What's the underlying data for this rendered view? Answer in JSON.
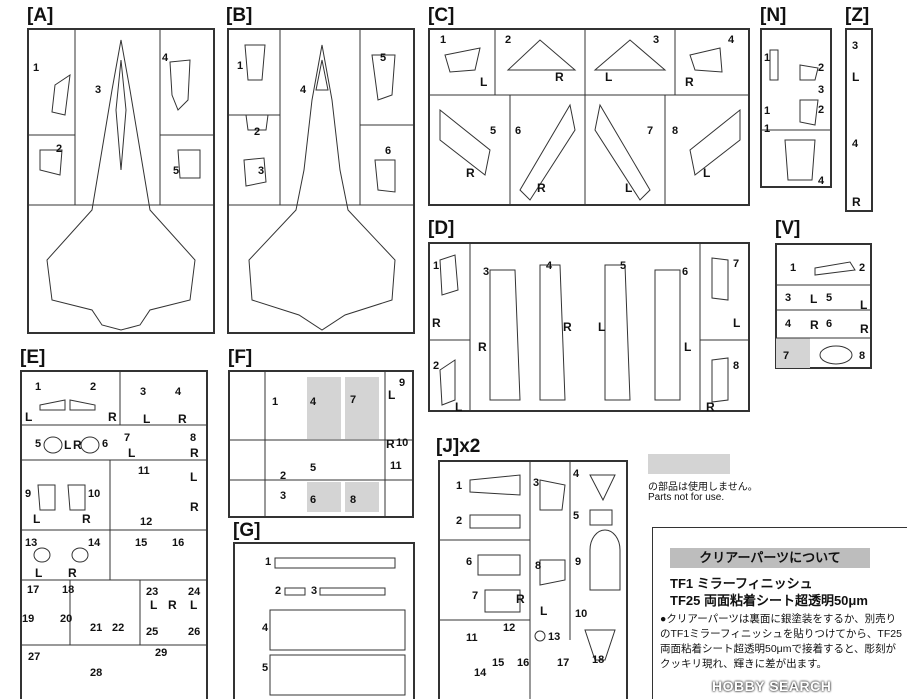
{
  "sections": {
    "A": "[A]",
    "B": "[B]",
    "C": "[C]",
    "N": "[N]",
    "Z": "[Z]",
    "D": "[D]",
    "V": "[V]",
    "E": "[E]",
    "F": "[F]",
    "G": "[G]",
    "J": "[J]x2"
  },
  "parts_A": [
    "1",
    "2",
    "3",
    "4",
    "5"
  ],
  "parts_B": [
    "1",
    "2",
    "3",
    "4",
    "5",
    "6"
  ],
  "parts_C": [
    "1",
    "2",
    "3",
    "4",
    "5",
    "6",
    "7",
    "8"
  ],
  "parts_N": [
    "1",
    "2",
    "3",
    "4"
  ],
  "parts_Z": [
    "3",
    "4"
  ],
  "parts_D": [
    "1",
    "2",
    "3",
    "4",
    "5",
    "6",
    "7",
    "8"
  ],
  "parts_V": [
    "1",
    "2",
    "3",
    "4",
    "5",
    "6",
    "7",
    "8"
  ],
  "parts_E": [
    "1",
    "2",
    "3",
    "4",
    "5",
    "6",
    "7",
    "8",
    "9",
    "10",
    "11",
    "12",
    "13",
    "14",
    "15",
    "16",
    "17",
    "18",
    "19",
    "20",
    "21",
    "22",
    "23",
    "24",
    "25",
    "26",
    "27",
    "28",
    "29"
  ],
  "parts_F": [
    "1",
    "2",
    "3",
    "4",
    "5",
    "6",
    "7",
    "8",
    "9",
    "10",
    "11"
  ],
  "parts_G": [
    "1",
    "2",
    "3",
    "4",
    "5"
  ],
  "parts_J": [
    "1",
    "2",
    "3",
    "4",
    "5",
    "6",
    "7",
    "8",
    "9",
    "10",
    "11",
    "12",
    "13",
    "14",
    "15",
    "16",
    "17",
    "18"
  ],
  "sides": {
    "L": "L",
    "R": "R"
  },
  "parts_not_for_use": {
    "jp": "の部品は使用しません。",
    "en": "Parts not for use."
  },
  "clear_parts_note": {
    "heading": "クリアーパーツについて",
    "line1": "TF1 ミラーフィニッシュ",
    "line2": "TF25 両面粘着シート超透明50μm",
    "body": "●クリアーパーツは裏面に銀塗装をするか、別売りのTF1ミラーフィニッシュを貼りつけてから、TF25 両面粘着シート超透明50μmで接着すると、彫刻がクッキリ現れ、輝きに差が出ます。"
  },
  "watermark": "HOBBY SEARCH"
}
